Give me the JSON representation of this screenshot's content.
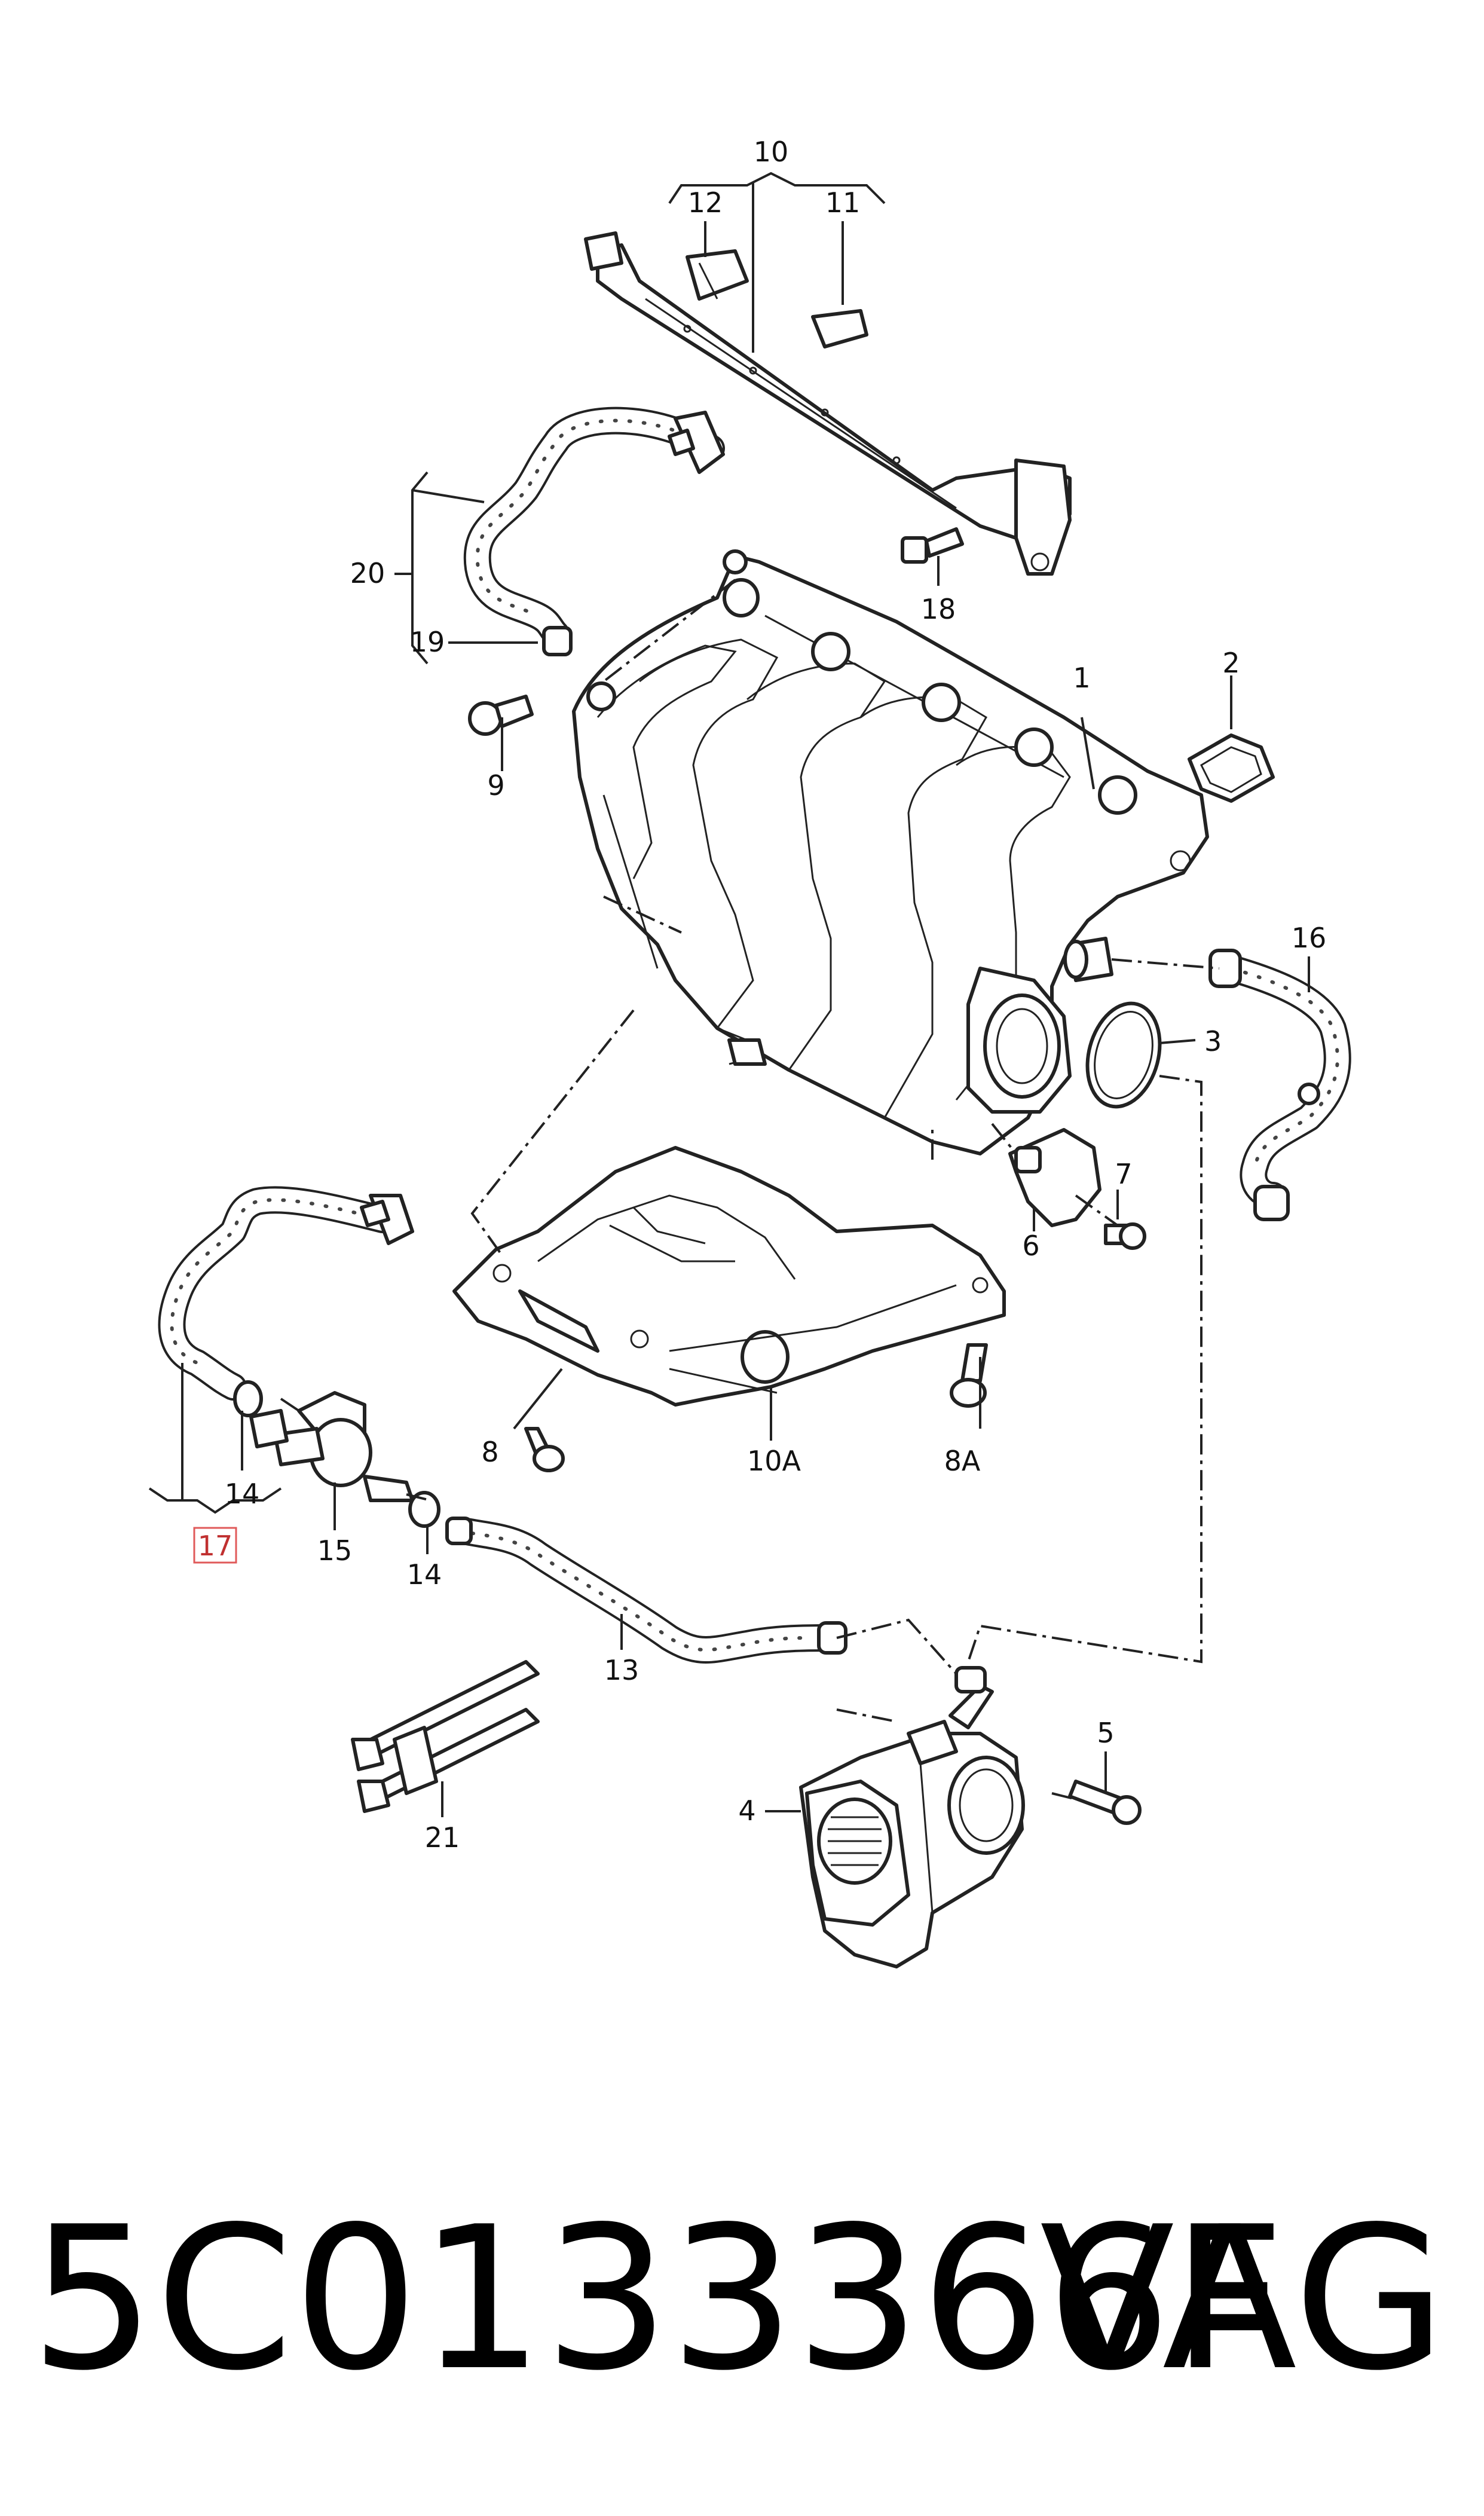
{
  "labels": {
    "l1": "1",
    "l2": "2",
    "l3": "3",
    "l4": "4",
    "l5": "5",
    "l6": "6",
    "l7": "7",
    "l8": "8",
    "l8a": "8A",
    "l9": "9",
    "l10": "10",
    "l10a": "10A",
    "l11": "11",
    "l12": "12",
    "l13": "13",
    "l14a": "14",
    "l14b": "14",
    "l15": "15",
    "l16": "16",
    "l17": "17",
    "l18": "18",
    "l19": "19",
    "l20": "20",
    "l21": "21"
  },
  "footer": {
    "part_number": "5C0133366F",
    "brand": "VAG"
  },
  "colors": {
    "highlight_box": "#e05a5a",
    "ink": "#222222"
  }
}
